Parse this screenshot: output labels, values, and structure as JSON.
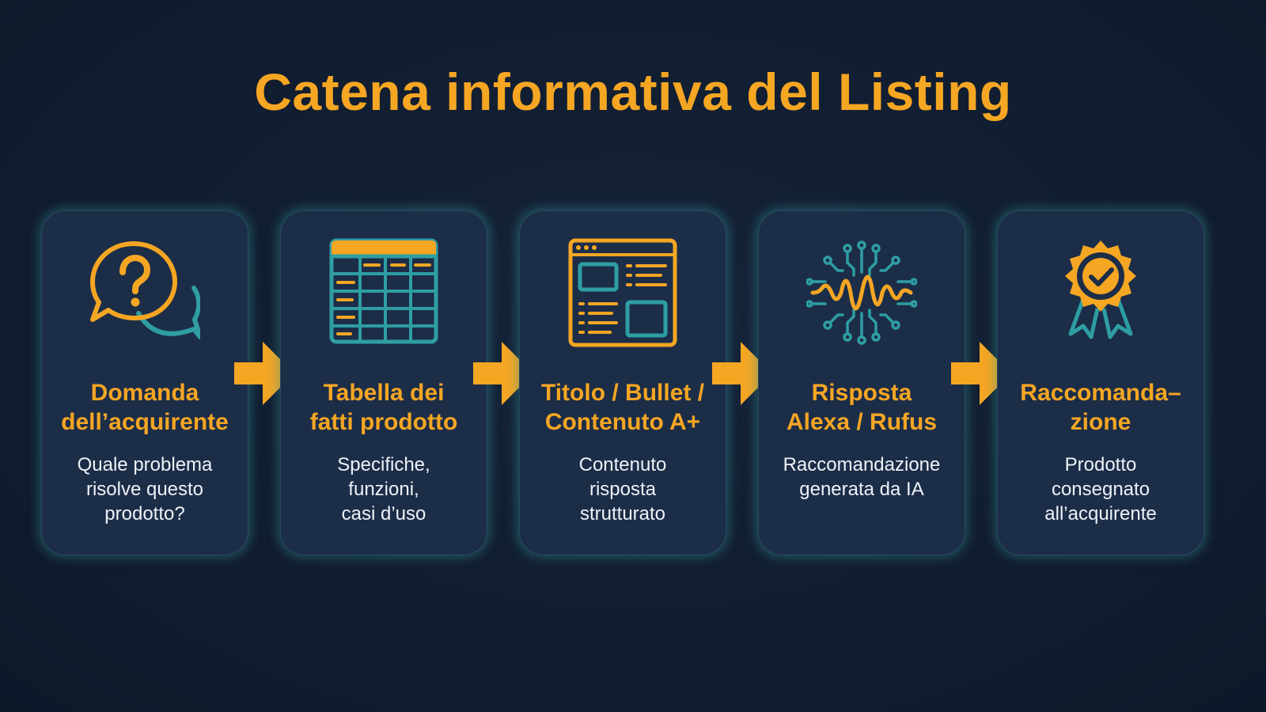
{
  "title": "Catena informativa del Listing",
  "colors": {
    "background": "#111d30",
    "card": "#1c2d48",
    "accent": "#f5a623",
    "teal": "#2e9ea3",
    "text": "#eef2f7"
  },
  "steps": [
    {
      "icon": "question-chat-icon",
      "heading": [
        "Domanda",
        "dell’acquirente"
      ],
      "description": [
        "Quale problema",
        "risolve questo",
        "prodotto?"
      ]
    },
    {
      "icon": "table-icon",
      "heading": [
        "Tabella dei",
        "fatti prodotto"
      ],
      "description": [
        "Specifiche,",
        "funzioni,",
        "casi d’uso"
      ]
    },
    {
      "icon": "content-layout-icon",
      "heading": [
        "Titolo / Bullet /",
        "Contenuto A+"
      ],
      "description": [
        "Contenuto",
        "risposta",
        "strutturato"
      ]
    },
    {
      "icon": "ai-waveform-icon",
      "heading": [
        "Risposta",
        "Alexa / Rufus"
      ],
      "description": [
        "Raccomandazione",
        "generata da IA"
      ]
    },
    {
      "icon": "award-badge-icon",
      "heading": [
        "Raccomanda–",
        "zione"
      ],
      "description": [
        "Prodotto",
        "consegnato",
        "all’acquirente"
      ]
    }
  ]
}
